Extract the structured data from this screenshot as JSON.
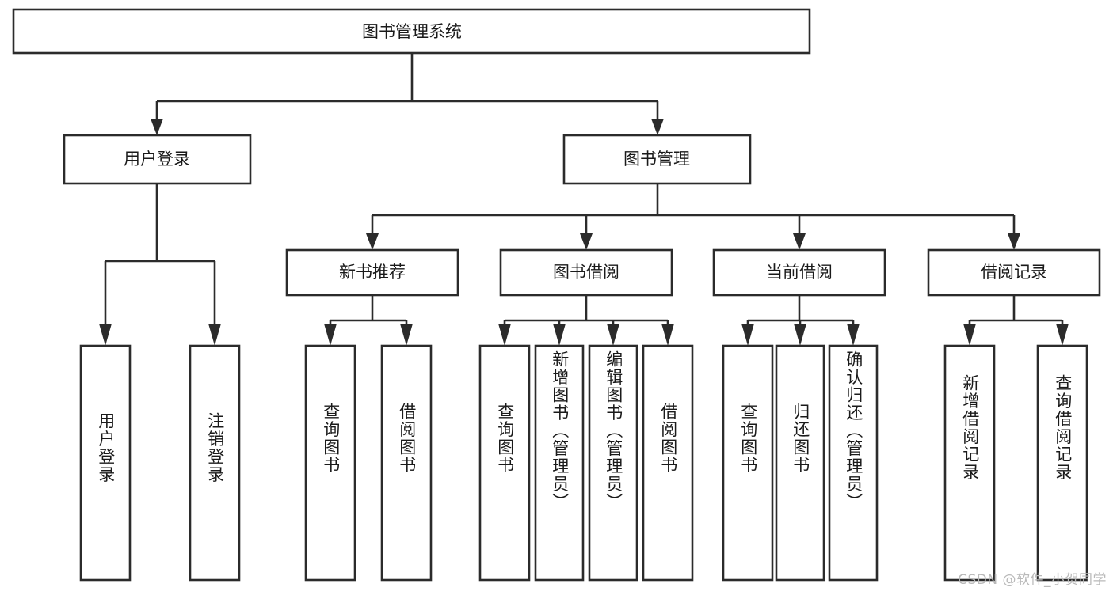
{
  "diagram": {
    "title": "图书管理系统",
    "type": "tree-hierarchy",
    "root": {
      "id": "root",
      "label": "图书管理系统"
    },
    "level1": [
      {
        "id": "user-login",
        "label": "用户登录"
      },
      {
        "id": "book-manage",
        "label": "图书管理"
      }
    ],
    "level2": [
      {
        "id": "new-book-rec",
        "label": "新书推荐",
        "parent": "book-manage"
      },
      {
        "id": "book-borrow",
        "label": "图书借阅",
        "parent": "book-manage"
      },
      {
        "id": "current-borrow",
        "label": "当前借阅",
        "parent": "book-manage"
      },
      {
        "id": "borrow-record",
        "label": "借阅记录",
        "parent": "book-manage"
      }
    ],
    "leaves": {
      "user_login": [
        {
          "id": "leaf-user-login",
          "label": "用户登录"
        },
        {
          "id": "leaf-user-logout",
          "label": "注销登录"
        }
      ],
      "new_book_rec": [
        {
          "id": "leaf-query-book-1",
          "label": "查询图书"
        },
        {
          "id": "leaf-borrow-book-1",
          "label": "借阅图书"
        }
      ],
      "book_borrow": [
        {
          "id": "leaf-query-book-2",
          "label": "查询图书"
        },
        {
          "id": "leaf-add-book",
          "label": "新增图书（管理员）"
        },
        {
          "id": "leaf-edit-book",
          "label": "编辑图书（管理员）"
        },
        {
          "id": "leaf-borrow-book-2",
          "label": "借阅图书"
        }
      ],
      "current_borrow": [
        {
          "id": "leaf-query-book-3",
          "label": "查询图书"
        },
        {
          "id": "leaf-return-book",
          "label": "归还图书"
        },
        {
          "id": "leaf-confirm-return",
          "label": "确认归还（管理员）"
        }
      ],
      "borrow_record": [
        {
          "id": "leaf-add-record",
          "label": "新增借阅记录"
        },
        {
          "id": "leaf-query-record",
          "label": "查询借阅记录"
        }
      ]
    },
    "colors": {
      "stroke": "#2b2b2b",
      "fill": "#ffffff",
      "text": "#1a1a1a",
      "watermark": "#b9b9b9"
    }
  },
  "watermark": {
    "text": "CSDN @软件_小贺同学"
  }
}
